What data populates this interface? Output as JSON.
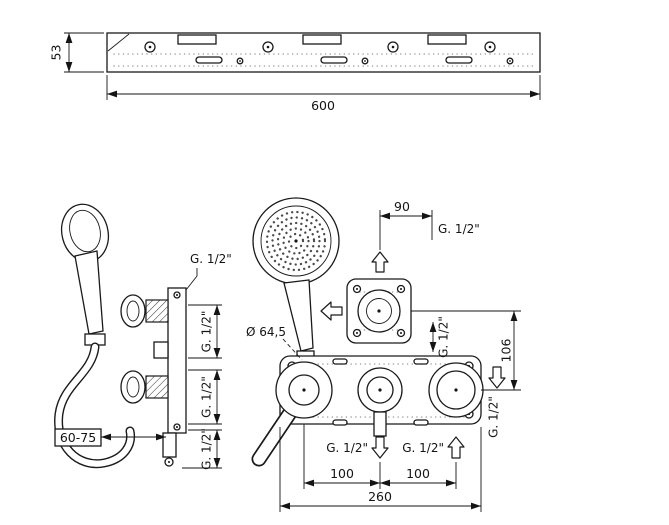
{
  "labels": {
    "bar_height": "53",
    "bar_width": "600",
    "side_view": {
      "thread_top": "G. 1/2\"",
      "thread_a": "G. 1/2\"",
      "thread_b": "G. 1/2\"",
      "thread_c": "G. 1/2\"",
      "depth_range": "60-75"
    },
    "front_view": {
      "dim_top": "90",
      "thread_top": "G. 1/2\"",
      "diameter": "Ø 64,5",
      "thread_mid": "G. 1/2\"",
      "dim_right": "106",
      "thread_right": "G. 1/2\"",
      "thread_bottom_left": "G. 1/2\"",
      "thread_bottom_right": "G. 1/2\"",
      "dim_100_left": "100",
      "dim_100_right": "100",
      "dim_overall": "260"
    }
  }
}
